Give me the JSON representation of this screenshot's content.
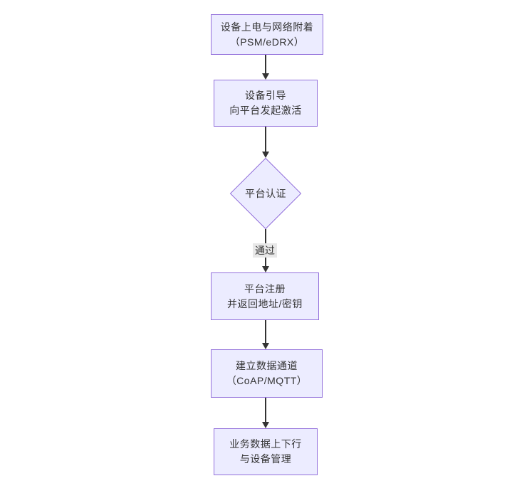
{
  "diagram": {
    "type": "flowchart",
    "direction": "top-down",
    "nodes": [
      {
        "name": "power-attach",
        "shape": "rect",
        "lines": [
          "设备上电与网络附着",
          "（PSM/eDRX）"
        ]
      },
      {
        "name": "bootstrap-activate",
        "shape": "rect",
        "lines": [
          "设备引导",
          "向平台发起激活"
        ]
      },
      {
        "name": "platform-auth",
        "shape": "diamond",
        "lines": [
          "平台认证"
        ]
      },
      {
        "name": "platform-register",
        "shape": "rect",
        "lines": [
          "平台注册",
          "并返回地址/密钥"
        ]
      },
      {
        "name": "data-channel",
        "shape": "rect",
        "lines": [
          "建立数据通道",
          "（CoAP/MQTT）"
        ]
      },
      {
        "name": "business-data",
        "shape": "rect",
        "lines": [
          "业务数据上下行",
          "与设备管理"
        ]
      }
    ],
    "edges": [
      {
        "from": "power-attach",
        "to": "bootstrap-activate"
      },
      {
        "from": "bootstrap-activate",
        "to": "platform-auth"
      },
      {
        "from": "platform-auth",
        "to": "platform-register",
        "label": "通过"
      },
      {
        "from": "platform-register",
        "to": "data-channel"
      },
      {
        "from": "data-channel",
        "to": "business-data"
      }
    ],
    "colors": {
      "node_fill": "#ECECFF",
      "node_border": "#9370DB",
      "edge_line": "#333333",
      "edge_label_bg": "#e8e8e8",
      "text": "#333333",
      "page_bg": "#ffffff"
    }
  }
}
